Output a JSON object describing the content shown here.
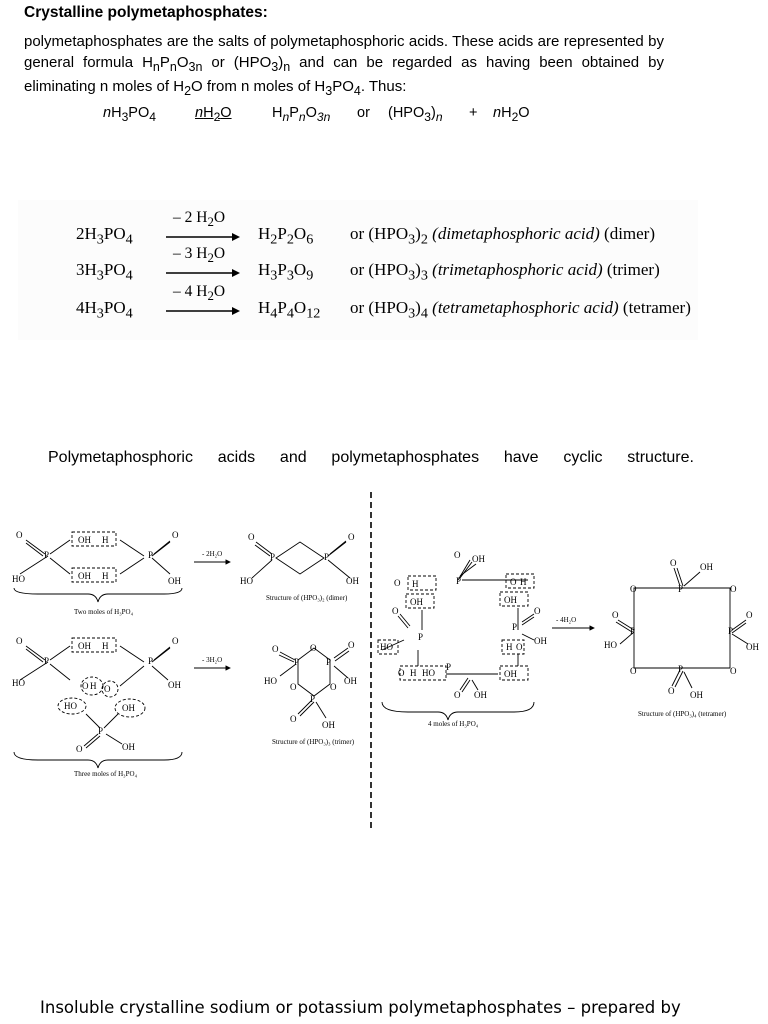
{
  "heading": "Crystalline polymetaphosphates:",
  "intro": {
    "t1": "polymetaphosphates are the salts of polymetaphosphoric acids. These acids are represented by general formula H",
    "t2": "n",
    "t3": "P",
    "t4": "n",
    "t5": "O",
    "t6": "3n",
    "t7": " or (HPO",
    "t8": "3",
    "t9": ")",
    "t10": "n",
    "t11": " and can be regarded as having been obtained by eliminating n moles  of H",
    "t12": "2",
    "t13": "O  from n moles of H",
    "t14": "3",
    "t15": "PO",
    "t16": "4",
    "t17": ". Thus:"
  },
  "general_eq": {
    "reactant": {
      "n": "n",
      "a": "H",
      "s1": "3",
      "b": "PO",
      "s2": "4"
    },
    "loss": {
      "n": "n",
      "a": "H",
      "s1": "2",
      "b": "O"
    },
    "product": {
      "a": "H",
      "s1": "n",
      "b": "P",
      "s2": "n",
      "c": "O",
      "s3": "3n"
    },
    "or": "or",
    "alt": {
      "a": "(HPO",
      "s1": "3",
      "b": ")",
      "s2": "n"
    },
    "plus": "+",
    "water": {
      "n": "n",
      "a": "H",
      "s1": "2",
      "b": "O"
    }
  },
  "reactions": [
    {
      "coef": "2",
      "r_a": "H",
      "r_s1": "3",
      "r_b": "PO",
      "r_s2": "4",
      "loss_a": "– 2 H",
      "loss_s": "2",
      "loss_b": "O",
      "p_a": "H",
      "p_s1": "2",
      "p_b": "P",
      "p_s2": "2",
      "p_c": "O",
      "p_s3": "6",
      "or": "or",
      "alt_a": "(HPO",
      "alt_s1": "3",
      "alt_b": ")",
      "alt_s2": "2",
      "name": "(dimetaphosphoric acid)",
      "kind": "(dimer)"
    },
    {
      "coef": "3",
      "r_a": "H",
      "r_s1": "3",
      "r_b": "PO",
      "r_s2": "4",
      "loss_a": "– 3 H",
      "loss_s": "2",
      "loss_b": "O",
      "p_a": "H",
      "p_s1": "3",
      "p_b": "P",
      "p_s2": "3",
      "p_c": "O",
      "p_s3": "9",
      "or": "or",
      "alt_a": "(HPO",
      "alt_s1": "3",
      "alt_b": ")",
      "alt_s2": "3",
      "name": "(trimetaphosphoric acid)",
      "kind": "(trimer)"
    },
    {
      "coef": "4",
      "r_a": "H",
      "r_s1": "3",
      "r_b": "PO",
      "r_s2": "4",
      "loss_a": "– 4 H",
      "loss_s": "2",
      "loss_b": "O",
      "p_a": "H",
      "p_s1": "4",
      "p_b": "P",
      "p_s2": "4",
      "p_c": "O",
      "p_s3": "12",
      "or": "or",
      "alt_a": "(HPO",
      "alt_s1": "3",
      "alt_b": ")",
      "alt_s2": "4",
      "name": "(tetrametaphosphoric acid)",
      "kind": "(tetramer)"
    }
  ],
  "cyclic_words": [
    "Polymetaphosphoric",
    "acids",
    "and",
    "polymetaphosphates",
    "have",
    "cyclic",
    "structure."
  ],
  "figure": {
    "atom_o": "O",
    "atom_p": "P",
    "atom_ho": "HO",
    "atom_oh": "OH",
    "atom_h": "H",
    "dimer_loss": "- 2H₂O",
    "trimer_loss": "- 3H₂O",
    "tetramer_loss": "- 4H₂O",
    "cap_two_moles": "Two moles of H₃PO₄",
    "cap_dimer": "Structure of (HPO₃)₂ (dimer)",
    "cap_three_moles": "Three moles of H₃PO₄",
    "cap_trimer": "Structure of (HPO₃)₃ (trimer)",
    "cap_four_moles": "4 moles of H₃PO₄",
    "cap_tetramer": "Structure of (HPO₃)₄ (tetramer)"
  },
  "footer": "Insoluble crystalline sodium or potassium polymetaphosphates – prepared by"
}
